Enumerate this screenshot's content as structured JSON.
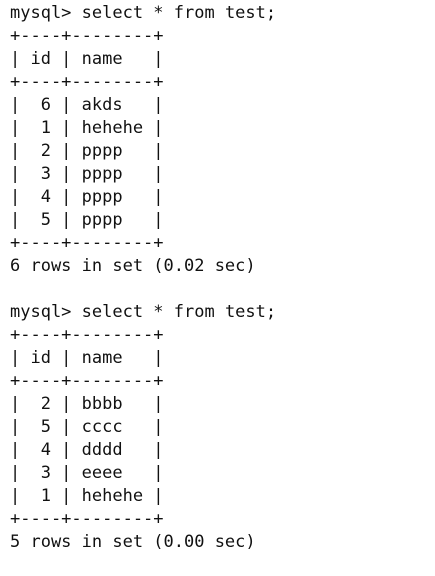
{
  "terminal": {
    "blocks": [
      {
        "prompt": "mysql> ",
        "command": "select * from test;",
        "border": "+----+--------+",
        "header": "| id | name   |",
        "rows": [
          "|  6 | akds   |",
          "|  1 | hehehe |",
          "|  2 | pppp   |",
          "|  3 | pppp   |",
          "|  4 | pppp   |",
          "|  5 | pppp   |"
        ],
        "result": "6 rows in set (0.02 sec)"
      },
      {
        "prompt": "mysql> ",
        "command": "select * from test;",
        "border": "+----+--------+",
        "header": "| id | name   |",
        "rows": [
          "|  2 | bbbb   |",
          "|  5 | cccc   |",
          "|  4 | dddd   |",
          "|  3 | eeee   |",
          "|  1 | hehehe |"
        ],
        "result": "5 rows in set (0.00 sec)"
      }
    ]
  }
}
